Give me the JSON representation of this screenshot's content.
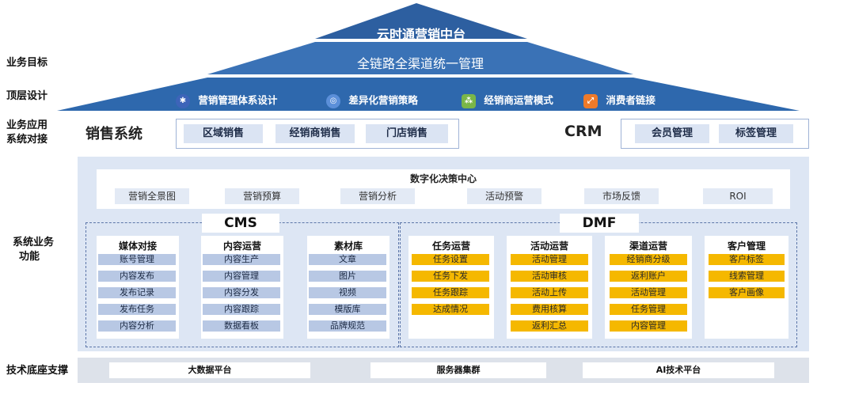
{
  "row_labels": {
    "goal": "业务目标",
    "top_design": "顶层设计",
    "app_line1": "业务应用",
    "app_line2": "系统对接",
    "func_line1": "系统业务",
    "func_line2": "功能",
    "tech": "技术底座支撑"
  },
  "pyramid": {
    "top": "云时通营销中台",
    "goal": "全链路全渠道统一管理",
    "functions": [
      {
        "icon": "gear-icon",
        "label": "营销管理体系设计",
        "color": "#3d64b9"
      },
      {
        "icon": "globe-icon",
        "label": "差异化营销策略",
        "color": "#5b8fd9"
      },
      {
        "icon": "network-icon",
        "label": "经销商运营模式",
        "color": "#7ab648"
      },
      {
        "icon": "expand-icon",
        "label": "消费者链接",
        "color": "#ee7a2a"
      }
    ]
  },
  "sales": {
    "title": "销售系统",
    "items": [
      "区域销售",
      "经销商销售",
      "门店销售"
    ]
  },
  "crm": {
    "title": "CRM",
    "items": [
      "会员管理",
      "标签管理"
    ]
  },
  "decision": {
    "title": "数字化决策中心",
    "items": [
      "营销全景图",
      "营销预算",
      "营销分析",
      "活动预警",
      "市场反馈",
      "ROI"
    ]
  },
  "cms": {
    "title": "CMS",
    "columns": [
      {
        "title": "媒体对接",
        "items": [
          "账号管理",
          "内容发布",
          "发布记录",
          "发布任务",
          "内容分析"
        ]
      },
      {
        "title": "内容运营",
        "items": [
          "内容生产",
          "内容管理",
          "内容分发",
          "内容跟踪",
          "数据看板"
        ]
      },
      {
        "title": "素材库",
        "items": [
          "文章",
          "图片",
          "视频",
          "模版库",
          "品牌规范"
        ]
      }
    ]
  },
  "dmf": {
    "title": "DMF",
    "columns": [
      {
        "title": "任务运营",
        "items": [
          "任务设置",
          "任务下发",
          "任务跟踪",
          "达成情况"
        ]
      },
      {
        "title": "活动运营",
        "items": [
          "活动管理",
          "活动审核",
          "活动上传",
          "费用核算",
          "返利汇总"
        ]
      },
      {
        "title": "渠道运营",
        "items": [
          "经销商分级",
          "返利账户",
          "活动管理",
          "任务管理",
          "内容管理"
        ]
      },
      {
        "title": "客户管理",
        "items": [
          "客户标签",
          "线索管理",
          "客户画像"
        ]
      }
    ]
  },
  "tech": {
    "items": [
      "大数据平台",
      "服务器集群",
      "AI技术平台"
    ]
  },
  "colors": {
    "pyramid_top": "#2d5fa0",
    "pyramid_mid": "#3a72b6",
    "pyramid_base": "#2e68ad",
    "panel": "#dde6f4",
    "gold": "#f5b800",
    "light_blue": "#b8c8e4"
  }
}
